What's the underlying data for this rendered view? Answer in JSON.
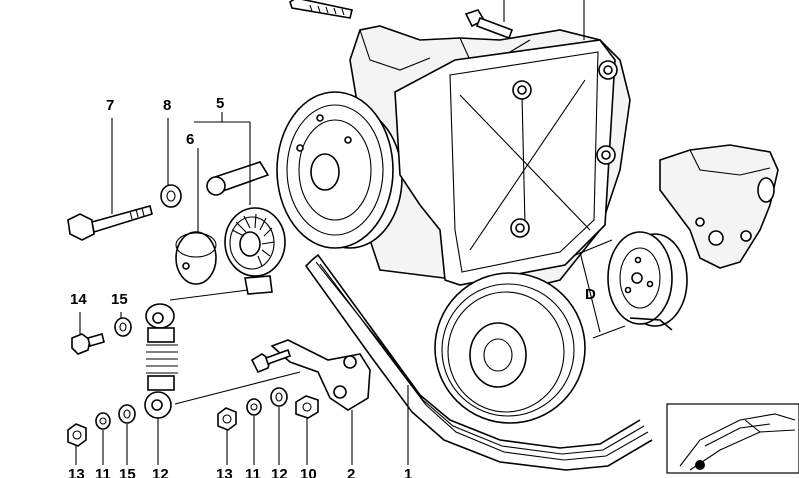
{
  "diagram": {
    "labels": {
      "l1": "1",
      "l2": "2",
      "l5": "5",
      "l6": "6",
      "l7": "7",
      "l8": "8",
      "l10": "10",
      "l11": "11",
      "l12": "12",
      "l13": "13",
      "l14": "14",
      "l15": "15",
      "dim": "D"
    }
  }
}
